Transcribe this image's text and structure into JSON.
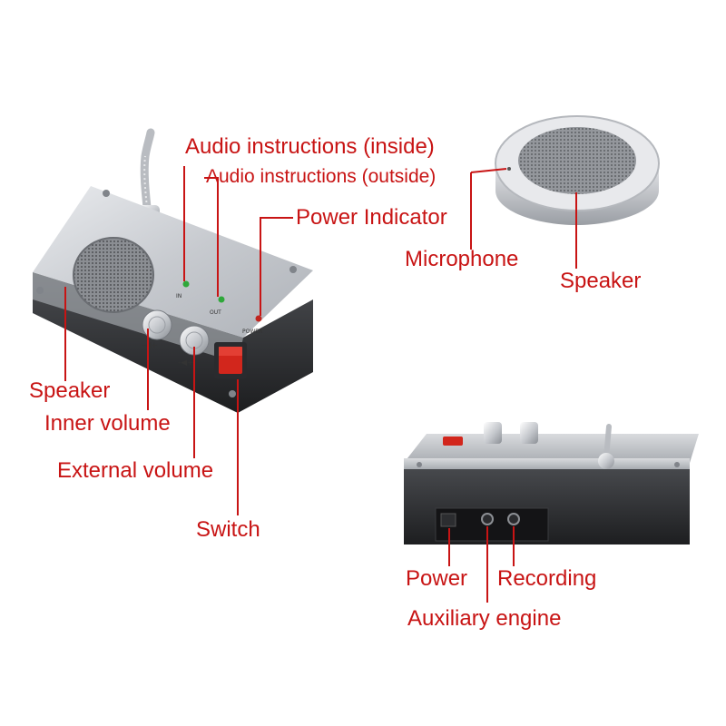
{
  "labels": {
    "audio_inside": "Audio instructions (inside)",
    "audio_outside": "Audio instructions (outside)",
    "power_indicator": "Power Indicator",
    "microphone": "Microphone",
    "speaker_external": "Speaker",
    "speaker_internal": "Speaker",
    "inner_volume": "Inner volume",
    "external_volume": "External volume",
    "switch": "Switch",
    "power": "Power",
    "recording": "Recording",
    "auxiliary_engine": "Auxiliary engine"
  },
  "panel_markings": {
    "in": "IN",
    "out": "OUT",
    "power": "POWER"
  },
  "colors": {
    "label_red": "#c81414",
    "leader_line": "#c81414",
    "led_green": "#2fa83a",
    "led_red": "#c0241e",
    "switch_red": "#d2261c",
    "metal": "#c9ccd0"
  }
}
